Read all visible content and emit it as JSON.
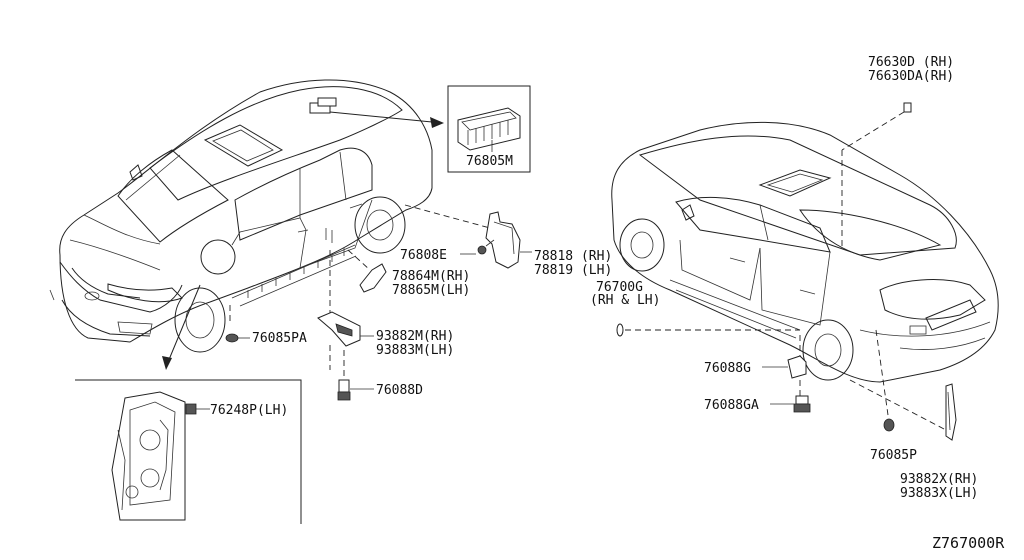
{
  "diagram_id": "Z767000R",
  "labels": {
    "p76630": "76630D (RH)",
    "p76630a": "76630DA(RH)",
    "p76805": "76805M",
    "p76808": "76808E",
    "p78818": "78818 (RH)",
    "p78819": "78819 (LH)",
    "p78864": "78864M(RH)",
    "p78865": "78865M(LH)",
    "p76700": "76700G",
    "p76700s": "(RH & LH)",
    "p76085pa": "76085PA",
    "p93882m": "93882M(RH)",
    "p93883m": "93883M(LH)",
    "p76088d": "76088D",
    "p76248": "76248P(LH)",
    "p76088g": "76088G",
    "p76088ga": "76088GA",
    "p76085p": "76085P",
    "p93882x": "93882X(RH)",
    "p93883x": "93883X(LH)"
  }
}
